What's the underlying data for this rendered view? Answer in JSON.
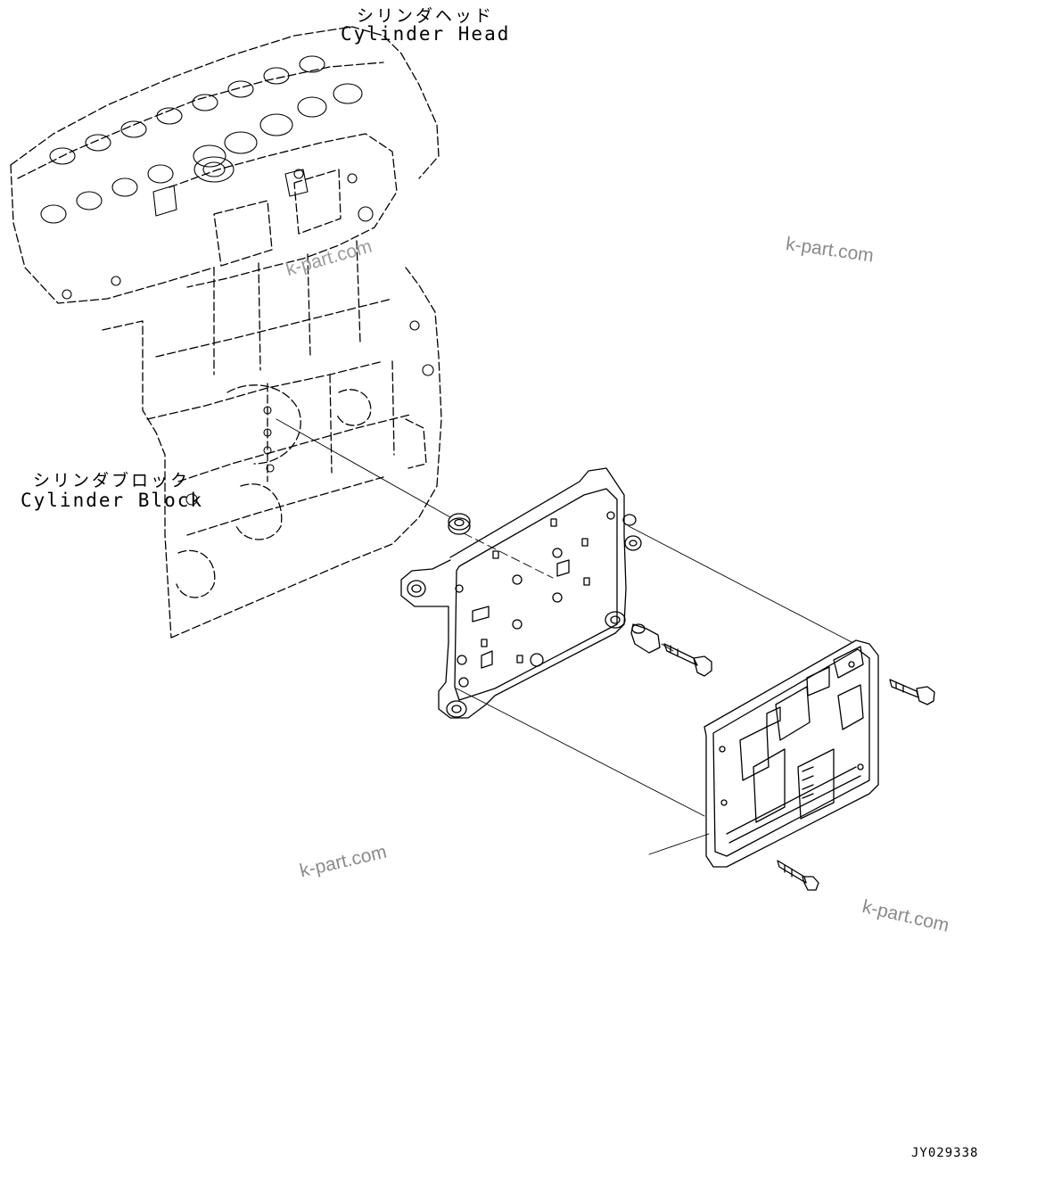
{
  "labels": {
    "cylinder_head_jp": "シリンダヘッド",
    "cylinder_head_en": "Cylinder Head",
    "cylinder_block_jp": "シリンダブロック",
    "cylinder_block_en": "Cylinder Block"
  },
  "watermarks": [
    "k-part.com",
    "k-part.com",
    "k-part.com",
    "k-part.com"
  ],
  "drawing_code": "JY029338",
  "colors": {
    "line": "#000000",
    "watermark": "#8a8a8a",
    "background": "#ffffff"
  }
}
